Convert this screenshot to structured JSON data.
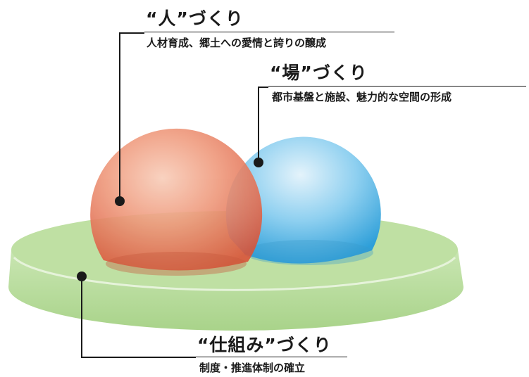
{
  "labels": {
    "people": {
      "title": "“人”づくり",
      "subtitle": "人材育成、郷土への愛情と誇りの醸成"
    },
    "place": {
      "title": "“場”づくり",
      "subtitle": "都市基盤と施設、魅力的な空間の形成"
    },
    "system": {
      "title": "“仕組み”づくり",
      "subtitle": "制度・推進体制の確立"
    }
  },
  "colors": {
    "people_sphere": "#e8765a",
    "place_sphere": "#4fb3e4",
    "system_base": "#b7dc9a",
    "lines": "#1a1a1a"
  }
}
